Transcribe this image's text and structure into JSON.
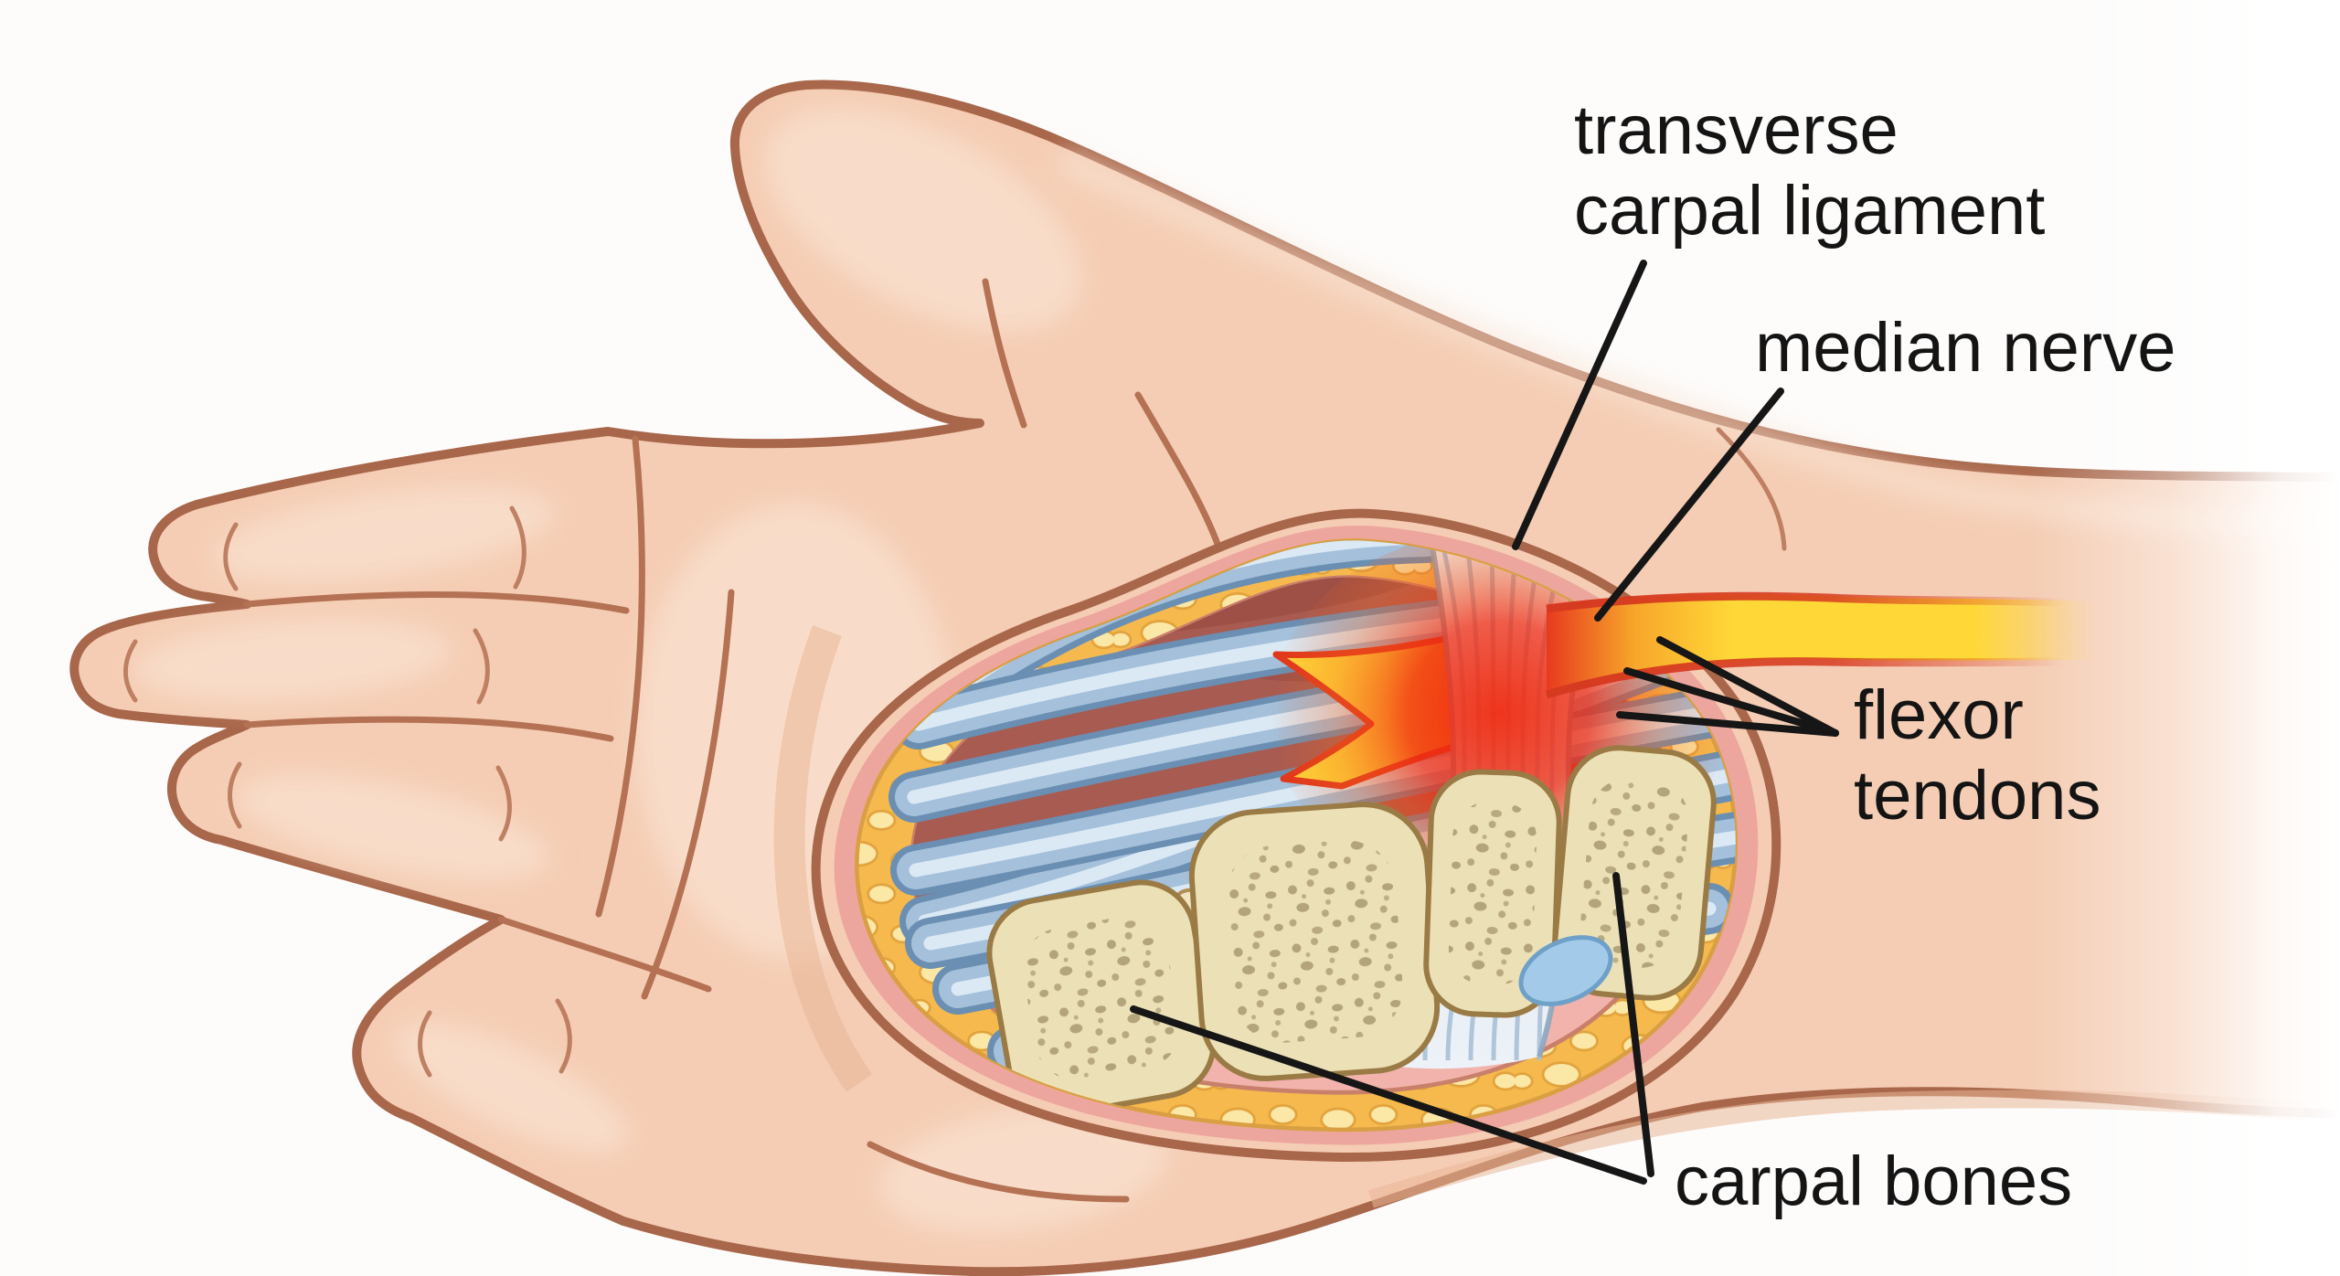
{
  "figure": {
    "background": "#FDFCFB",
    "description_labels_visible": 4
  },
  "labels": {
    "transverse_carpal_ligament": {
      "line1": "transverse",
      "line2": "carpal ligament"
    },
    "median_nerve": {
      "label": "median nerve"
    },
    "flexor_tendons": {
      "line1": "flexor",
      "line2": "tendons"
    },
    "carpal_bones": {
      "label": "carpal bones"
    }
  },
  "colors": {
    "label_text": "#141414",
    "pointer_line": "#161616",
    "skin": "#F5CDB4",
    "skin_outline": "#A8664A",
    "skin_highlight": "#FAE3D2",
    "fat_layer": "#F5B94E",
    "fat_lump": "#FBE7A6",
    "inner_pink": "#F1B3AB",
    "muscle": "#A85B51",
    "tendon": "#A4C0DB",
    "ligament": "#EEF3F9",
    "nerve_yellow": "#FFD838",
    "nerve_red": "#E73A1F",
    "bone": "#ECE1B6",
    "bone_speckle": "#85724A",
    "vessel_blue": "#A3CBE9"
  }
}
